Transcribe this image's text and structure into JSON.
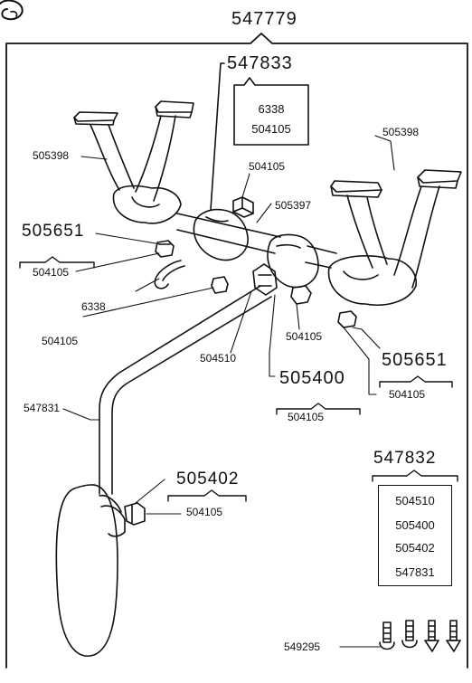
{
  "assembly": {
    "main_part": "547779",
    "bracket_assembly": {
      "part": "547833",
      "contains": [
        "6338",
        "504105"
      ]
    },
    "mirror_kit": {
      "part": "547832",
      "contains": [
        "504510",
        "505400",
        "505402",
        "547831"
      ]
    }
  },
  "callouts": {
    "support_left": "505398",
    "support_right": "505398",
    "nut_top": "504105",
    "cross_rod": "505397",
    "clamp_left": "505651",
    "clamp_left_nut": "504105",
    "hook": "6338",
    "nut_lower_left": "504105",
    "fitting": "504510",
    "nut_center": "504105",
    "clamp_center": "505400",
    "clamp_center_nut": "504105",
    "clamp_right": "505651",
    "clamp_right_nut": "504105",
    "arm": "547831",
    "mirror_swivel": "505402",
    "mirror_swivel_nut": "504105",
    "screws": "549295"
  }
}
